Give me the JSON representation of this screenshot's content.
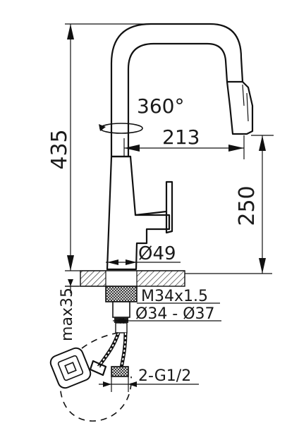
{
  "dimensions": {
    "total_height": "435",
    "rotation": "360°",
    "reach": "213",
    "spout_height": "250",
    "base_diameter": "Ø49",
    "thread": "M34x1.5",
    "hole_range": "Ø34 - Ø37",
    "max_thickness": "max35",
    "hose_connection": "2-G1/2"
  }
}
